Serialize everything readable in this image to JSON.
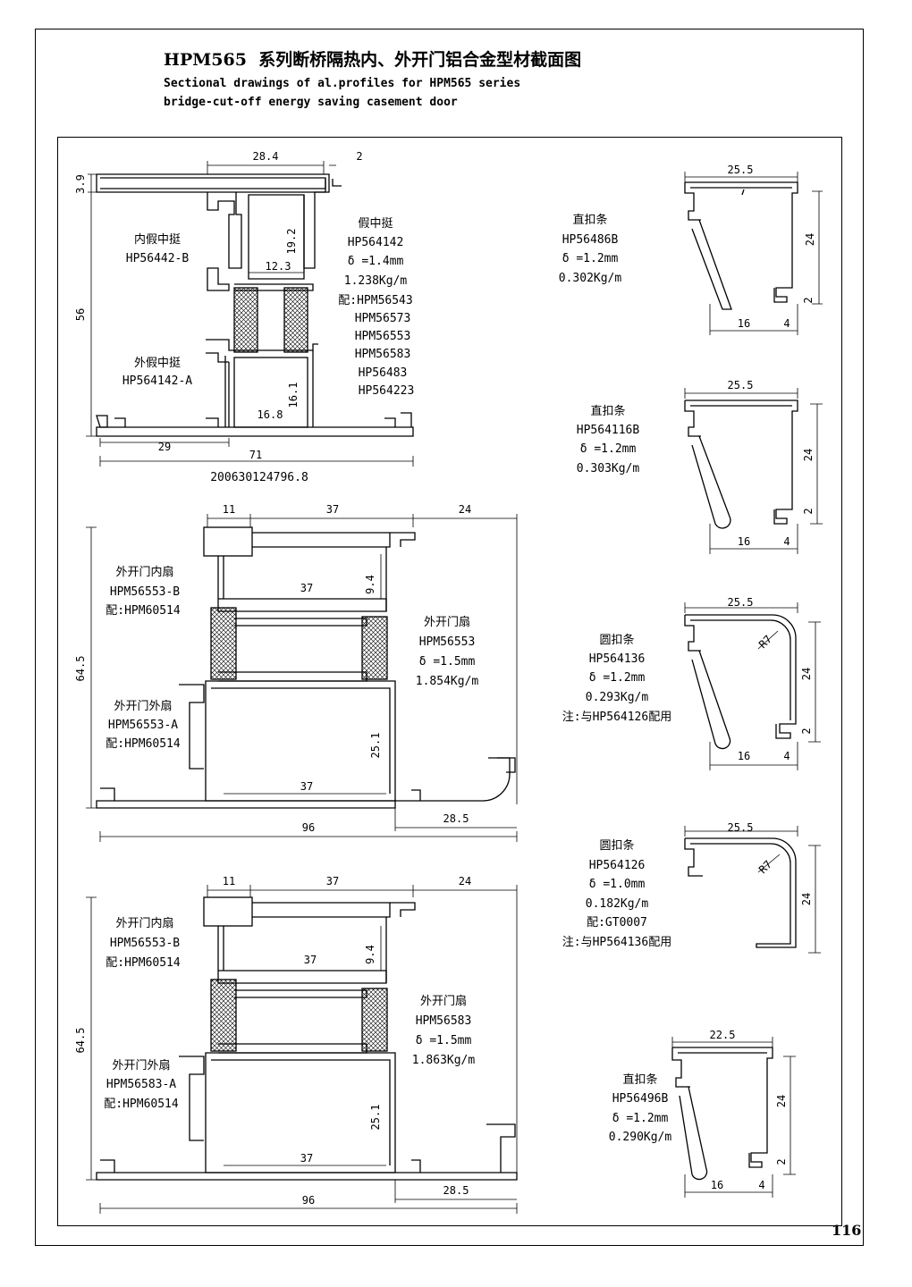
{
  "header": {
    "title_code": "HPM565",
    "title_cn": "系列断桥隔热内、外开门铝合金型材截面图",
    "subtitle_line1": "Sectional drawings of al.profiles for HPM565 series",
    "subtitle_line2": "bridge-cut-off energy saving casement door"
  },
  "page_number": "116",
  "section1": {
    "inner_mullion": {
      "name": "内假中挺",
      "code": "HP56442-B"
    },
    "outer_mullion": {
      "name": "外假中挺",
      "code": "HP564142-A"
    },
    "mullion": {
      "name": "假中挺",
      "code": "HP564142",
      "thickness": "δ =1.4mm",
      "weight": "1.238Kg/m",
      "fits": [
        "配:HPM56543",
        "HPM56573",
        "HPM56553",
        "HPM56583",
        "HP56483",
        "HP564223"
      ]
    },
    "drawing_no": "200630124796.8",
    "dims": {
      "top": "28.4",
      "lip": "2",
      "flange": "3.9",
      "height": "56",
      "d19": "19.2",
      "d12": "12.3",
      "d16a": "16.1",
      "d16b": "16.8",
      "d29": "29",
      "d71": "71"
    }
  },
  "section2": {
    "inner_sash": {
      "name": "外开门内扇",
      "code": "HPM56553-B",
      "fit": "配:HPM60514"
    },
    "outer_sash": {
      "name": "外开门外扇",
      "code": "HPM56553-A",
      "fit": "配:HPM60514"
    },
    "sash": {
      "name": "外开门扇",
      "code": "HPM56553",
      "thickness": "δ =1.5mm",
      "weight": "1.854Kg/m"
    },
    "dims": {
      "d11": "11",
      "d37": "37",
      "d24": "24",
      "d9": "9.4",
      "d37b": "37",
      "height": "64.5",
      "d25": "25.1",
      "d37c": "37",
      "d96": "96",
      "d28": "28.5"
    }
  },
  "section3": {
    "inner_sash": {
      "name": "外开门内扇",
      "code": "HPM56553-B",
      "fit": "配:HPM60514"
    },
    "outer_sash": {
      "name": "外开门外扇",
      "code": "HPM56583-A",
      "fit": "配:HPM60514"
    },
    "sash": {
      "name": "外开门扇",
      "code": "HPM56583",
      "thickness": "δ =1.5mm",
      "weight": "1.863Kg/m"
    },
    "dims": {
      "d11": "11",
      "d37": "37",
      "d24": "24",
      "d9": "9.4",
      "d37b": "37",
      "height": "64.5",
      "d25": "25.1",
      "d37c": "37",
      "d96": "96",
      "d28": "28.5"
    }
  },
  "beads": [
    {
      "name": "直扣条",
      "code": "HP56486B",
      "thickness": "δ =1.2mm",
      "weight": "0.302Kg/m",
      "note": "",
      "w": "25.5",
      "h": "24",
      "b1": "16",
      "b2": "4",
      "b3": "2"
    },
    {
      "name": "直扣条",
      "code": "HP564116B",
      "thickness": "δ =1.2mm",
      "weight": "0.303Kg/m",
      "note": "",
      "w": "25.5",
      "h": "24",
      "b1": "16",
      "b2": "4",
      "b3": "2"
    },
    {
      "name": "圆扣条",
      "code": "HP564136",
      "thickness": "δ =1.2mm",
      "weight": "0.293Kg/m",
      "note": "注:与HP564126配用",
      "w": "25.5",
      "h": "24",
      "b1": "16",
      "b2": "4",
      "b3": "2",
      "r": "R7"
    },
    {
      "name": "圆扣条",
      "code": "HP564126",
      "thickness": "δ =1.0mm",
      "weight": "0.182Kg/m",
      "fit": "配:GT0007",
      "note": "注:与HP564136配用",
      "w": "25.5",
      "h": "24",
      "r": "R7"
    },
    {
      "name": "直扣条",
      "code": "HP56496B",
      "thickness": "δ =1.2mm",
      "weight": "0.290Kg/m",
      "note": "",
      "w": "22.5",
      "h": "24",
      "b1": "16",
      "b2": "4",
      "b3": "2"
    }
  ]
}
